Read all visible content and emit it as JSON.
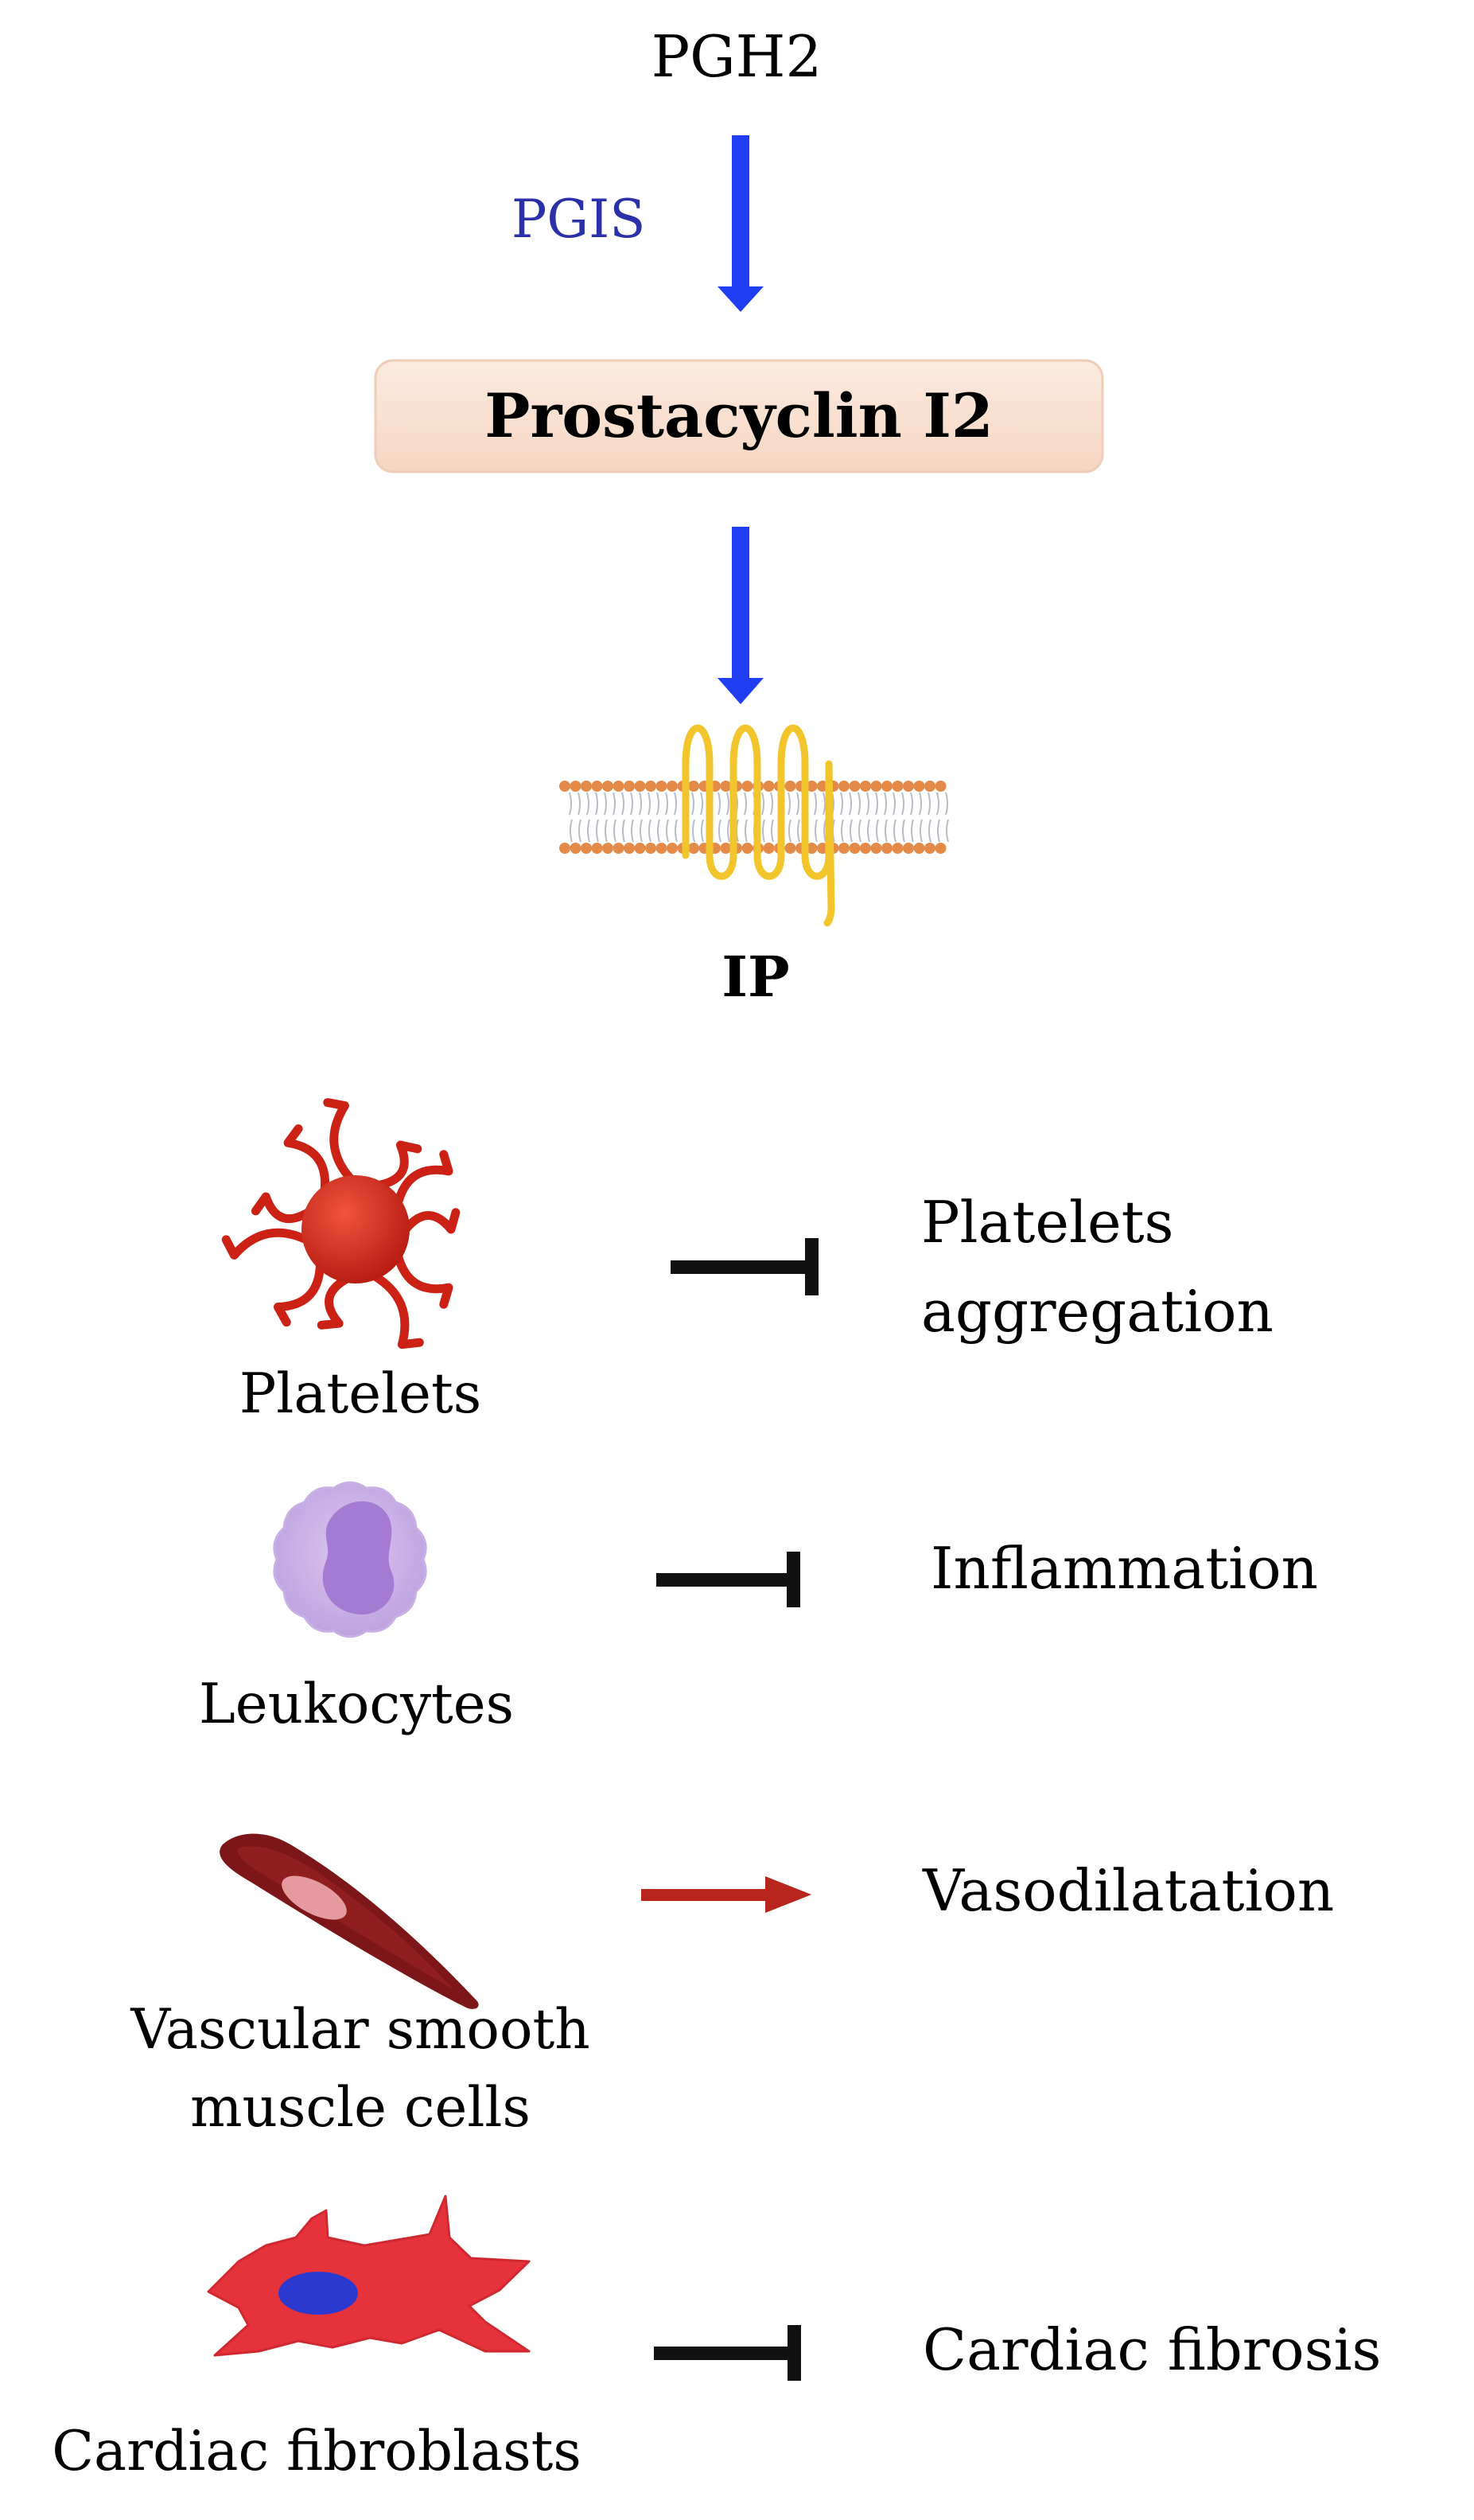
{
  "pathway": {
    "precursor": "PGH2",
    "enzyme": "PGIS",
    "product": "Prostacyclin I2",
    "receptor": "IP"
  },
  "targets": [
    {
      "cell": "Platelets",
      "effect_lines": [
        "Platelets",
        "aggregation"
      ],
      "relation": "inhibits"
    },
    {
      "cell": "Leukocytes",
      "effect_lines": [
        "Inflammation"
      ],
      "relation": "inhibits"
    },
    {
      "cell_lines": [
        "Vascular smooth",
        "muscle cells"
      ],
      "effect_lines": [
        "Vasodilatation"
      ],
      "relation": "promotes"
    },
    {
      "cell": "Cardiac fibroblasts",
      "effect_lines": [
        "Cardiac fibrosis"
      ],
      "relation": "inhibits"
    }
  ],
  "colors": {
    "pathway_arrow": "#1f3df2",
    "enzyme_text": "#2b2fa8",
    "product_box": "#f9e0d0",
    "inhibition": "#111111",
    "activation": "#b8251c",
    "platelet": "#cc2216",
    "leukocyte": "#c6a6e2",
    "leukocyte_nucleus": "#a47ad2",
    "smooth_muscle": "#7d1618",
    "fibroblast": "#e6323a",
    "fibroblast_nucleus": "#2b39cf",
    "membrane_head": "#e58b4a",
    "receptor_coil": "#f2c52c"
  }
}
